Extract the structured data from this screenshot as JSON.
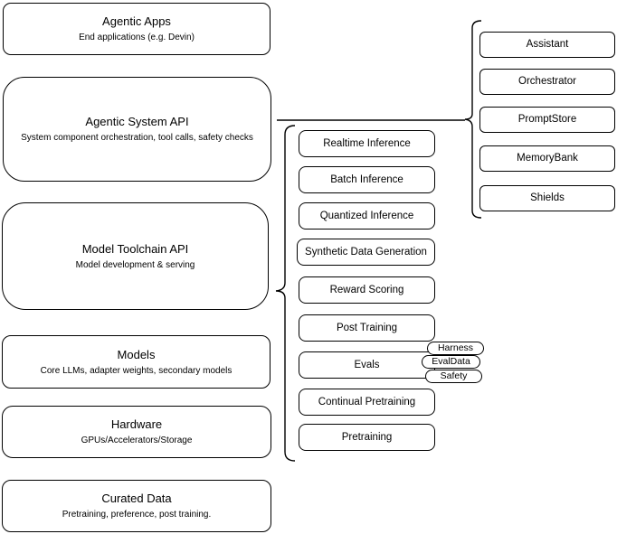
{
  "diagram": {
    "title_context": "Agentic stack architecture diagram",
    "left_column": [
      {
        "title": "Agentic Apps",
        "subtitle": "End applications (e.g. Devin)"
      },
      {
        "title": "Agentic System API",
        "subtitle": "System component orchestration, tool calls, safety checks"
      },
      {
        "title": "Model Toolchain API",
        "subtitle": "Model development & serving"
      },
      {
        "title": "Models",
        "subtitle": "Core LLMs, adapter weights, secondary models"
      },
      {
        "title": "Hardware",
        "subtitle": "GPUs/Accelerators/Storage"
      },
      {
        "title": "Curated Data",
        "subtitle": "Pretraining, preference, post training."
      }
    ],
    "toolchain_services": [
      "Realtime Inference",
      "Batch Inference",
      "Quantized Inference",
      "Synthetic Data Generation",
      "Reward Scoring",
      "Post Training",
      "Evals",
      "Continual Pretraining",
      "Pretraining"
    ],
    "system_components": [
      "Assistant",
      "Orchestrator",
      "PromptStore",
      "MemoryBank",
      "Shields"
    ],
    "eval_pills": [
      "Harness",
      "EvalData",
      "Safety"
    ],
    "colors": {
      "stroke": "#000000",
      "background": "#ffffff",
      "shape_fill": "#ffffff"
    }
  }
}
